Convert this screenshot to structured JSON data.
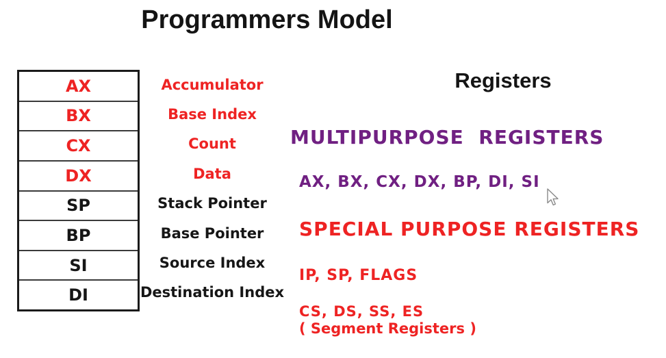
{
  "slide": {
    "title": "Programmers Model",
    "section_title": "Registers"
  },
  "register_table": {
    "rows": [
      {
        "name": "AX",
        "label": "Accumulator"
      },
      {
        "name": "BX",
        "label": "Base Index"
      },
      {
        "name": "CX",
        "label": "Count"
      },
      {
        "name": "DX",
        "label": "Data"
      },
      {
        "name": "SP",
        "label": "Stack Pointer"
      },
      {
        "name": "BP",
        "label": "Base Pointer"
      },
      {
        "name": "SI",
        "label": "Source Index"
      },
      {
        "name": "DI",
        "label": "Destination Index"
      }
    ]
  },
  "multipurpose": {
    "heading": "MULTIPURPOSE  REGISTERS",
    "registers": "AX, BX, CX, DX, BP, DI, SI"
  },
  "special_purpose": {
    "heading": "SPECIAL PURPOSE REGISTERS",
    "line1": "IP, SP, FLAGS",
    "line2": "CS, DS, SS, ES",
    "line3": "( Segment Registers )"
  },
  "cursor": {
    "icon": "arrow-pointer"
  },
  "colors": {
    "red": "#ee2323",
    "purple": "#702082",
    "text_black": "#161616"
  }
}
